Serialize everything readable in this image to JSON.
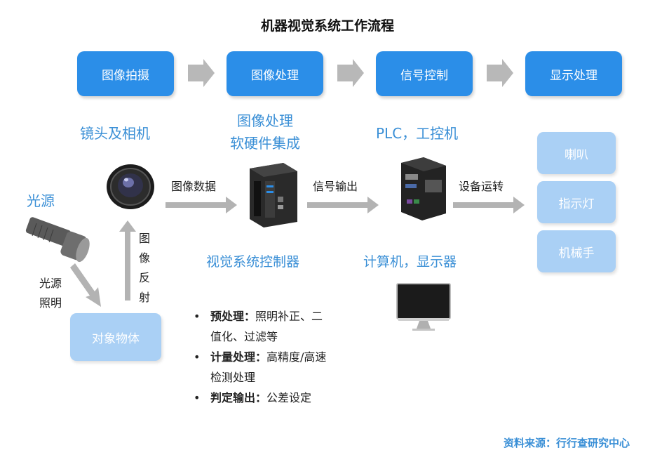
{
  "title": "机器视觉系统工作流程",
  "steps": [
    "图像拍摄",
    "图像处理",
    "信号控制",
    "显示处理"
  ],
  "labels": {
    "lens_camera": "镜头及相机",
    "img_proc_1": "图像处理",
    "img_proc_2": "软硬件集成",
    "plc": "PLC，工控机",
    "light_source": "光源",
    "light_illum_1": "光源",
    "light_illum_2": "照明",
    "reflect": [
      "图",
      "像",
      "反",
      "射"
    ],
    "image_data": "图像数据",
    "signal_out": "信号输出",
    "device_run": "设备运转",
    "vision_controller": "视觉系统控制器",
    "computer_display": "计算机，显示器"
  },
  "object_box": "对象物体",
  "outputs": [
    "喇叭",
    "指示灯",
    "机械手"
  ],
  "bullets": [
    {
      "bold": "预处理：",
      "text": "照明补正、二",
      "cont": "值化、过滤等"
    },
    {
      "bold": "计量处理：",
      "text": "高精度/高速",
      "cont": "检测处理"
    },
    {
      "bold": "判定输出：",
      "text": "公差设定",
      "cont": ""
    }
  ],
  "bullet_mark": "•",
  "source": "资料来源：行行查研究中心",
  "colors": {
    "step": "#2b8ee8",
    "light": "#aad0f5",
    "arrow": "#b3b3b3",
    "accent": "#3a8fd6"
  }
}
